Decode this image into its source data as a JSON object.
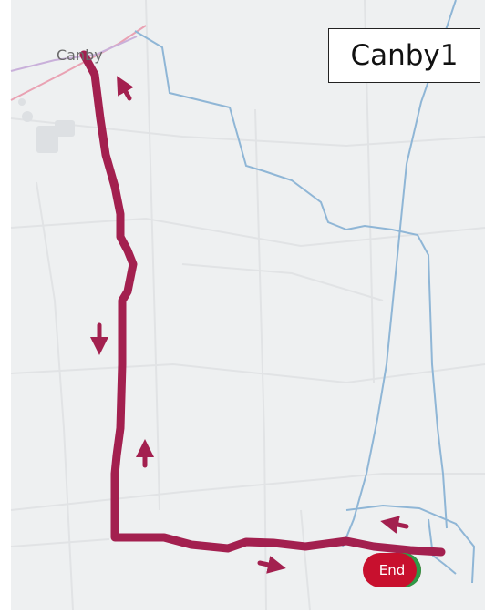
{
  "map": {
    "title": "Canby1",
    "town_label": "Canby",
    "end_label": "End"
  },
  "colors": {
    "route": "#a3204f",
    "river": "#8fb6d6",
    "road": "#e1e3e5",
    "land": "#eef0f1",
    "end_marker": "#c8102e",
    "end_marker_accent": "#2e9b47"
  },
  "icons": [
    "direction-arrow-icon",
    "end-marker-icon"
  ]
}
